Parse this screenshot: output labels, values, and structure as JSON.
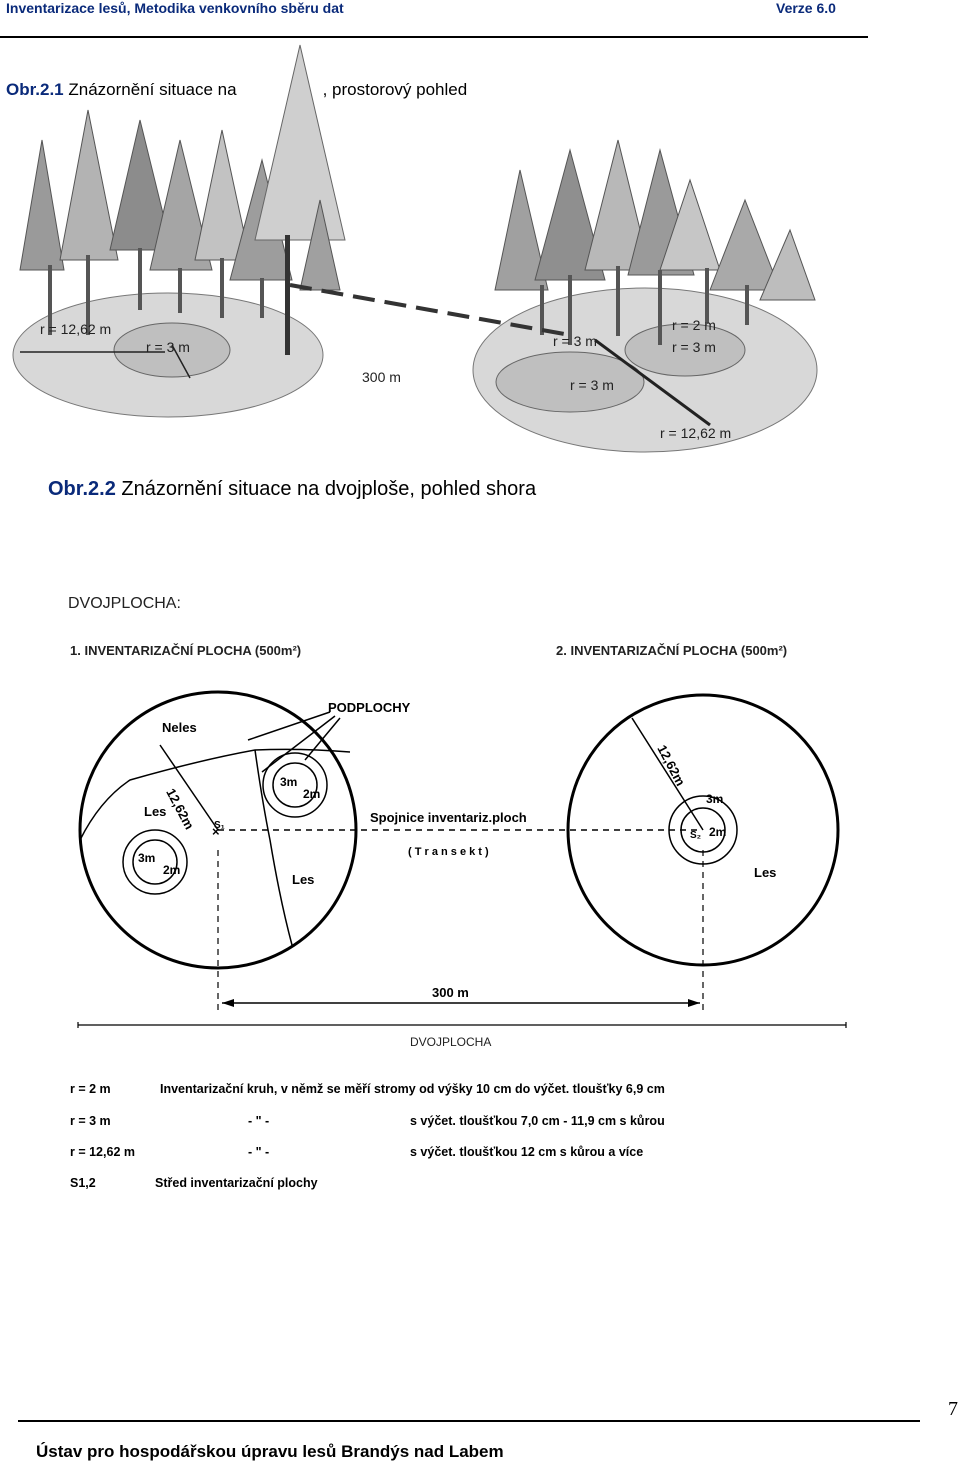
{
  "header": {
    "title": "Inventarizace lesů, Metodika venkovního sběru dat",
    "version": "Verze 6.0"
  },
  "figure1": {
    "caption_num": "Obr.2.1",
    "caption_text_a": " Znázornění situace na",
    "caption_text_b": ", prostorový pohled",
    "labels": {
      "left_big_r": "r = 12,62 m",
      "left_small_r": "r = 3 m",
      "distance": "300 m",
      "right_r1": "r = 3 m",
      "right_r2": "r = 2 m",
      "right_r3": "r = 3 m",
      "right_r4": "r = 3 m",
      "right_big_r": "r = 12,62 m"
    }
  },
  "figure2": {
    "caption_num": "Obr.2.2",
    "caption_text": " Znázornění situace na dvojploše, pohled shora",
    "diagram": {
      "title": "DVOJPLOCHA:",
      "plot1_title": "1. INVENTARIZAČNÍ PLOCHA (500m²)",
      "plot2_title": "2. INVENTARIZAČNÍ PLOCHA (500m²)",
      "podplochy": "PODPLOCHY",
      "neles": "Neles",
      "les1": "Les",
      "les2": "Les",
      "les3": "Les",
      "radius1": "12,62m",
      "radius2": "12,62m",
      "s1": "S₁",
      "s2": "S₂",
      "sub_3m": "3m",
      "sub_2m": "2m",
      "spojnice": "Spojnice inventariz.ploch",
      "transekt": "( T r a n s e k t )",
      "distance": "300 m",
      "dvojplocha": "DVOJPLOCHA"
    },
    "legend": [
      {
        "key": "r = 2 m",
        "mid": "Inventarizační kruh,  v němž se měří stromy od výšky 10 cm do výčet. tloušťky 6,9 cm",
        "right": ""
      },
      {
        "key": "r = 3 m",
        "mid": "- \" -",
        "right": "s výčet. tloušťkou 7,0 cm - 11,9 cm s kůrou"
      },
      {
        "key": "r = 12,62 m",
        "mid": "- \" -",
        "right": "s výčet. tloušťkou  12 cm s kůrou a více"
      },
      {
        "key": "S1,2",
        "mid": "Střed  inventarizační plochy",
        "right": ""
      }
    ]
  },
  "footer": {
    "page": "7",
    "institute": "Ústav pro hospodářskou úpravu lesů Brandýs nad Labem"
  }
}
